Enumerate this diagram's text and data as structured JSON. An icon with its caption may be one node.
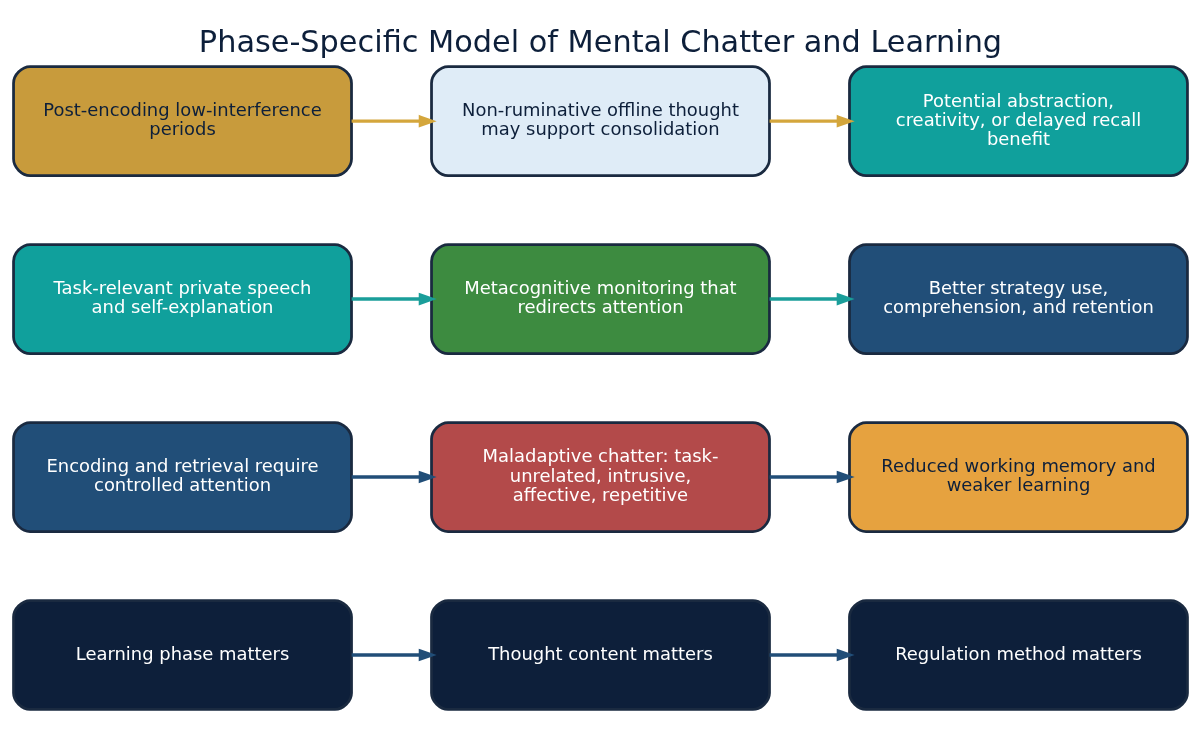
{
  "diagram": {
    "title": "Phase-Specific Model of Mental Chatter and Learning",
    "nodes": [
      {
        "text": [
          "Learning phase matters"
        ]
      },
      {
        "text": [
          "Thought content matters"
        ]
      },
      {
        "text": [
          "Regulation method matters"
        ]
      },
      {
        "text": [
          "Encoding and retrieval require controlled attention"
        ]
      },
      {
        "text": [
          "Maladaptive chatter: task-unrelated, intrusive, affective, repetitive"
        ]
      },
      {
        "text": [
          "Reduced working memory and weaker learning"
        ]
      },
      {
        "text": [
          "Task-relevant private speech and self-explanation"
        ]
      },
      {
        "text": [
          "Metacognitive monitoring that redirects attention"
        ]
      },
      {
        "text": [
          "Better strategy use, comprehension, and retention"
        ]
      },
      {
        "text": [
          "Post-encoding low-interference periods"
        ]
      },
      {
        "text": [
          "Non-ruminative offline thought may support consolidation"
        ]
      },
      {
        "text": [
          "Potential abstraction, creativity, or delayed recall benefit"
        ]
      }
    ],
    "edges": [
      {
        "from": 0,
        "to": 1,
        "arrow": "to"
      },
      {
        "from": 1,
        "to": 2,
        "arrow": "to"
      },
      {
        "from": 3,
        "to": 4,
        "arrow": "to"
      },
      {
        "from": 4,
        "to": 5,
        "arrow": "to"
      },
      {
        "from": 6,
        "to": 7,
        "arrow": "to",
        "color": "#1a9e9a"
      },
      {
        "from": 7,
        "to": 8,
        "arrow": "to",
        "color": "#1a9e9a"
      },
      {
        "from": 9,
        "to": 10,
        "arrow": "to",
        "color": "#d4a63c"
      },
      {
        "from": 10,
        "to": 11,
        "arrow": "to",
        "color": "#d4a63c"
      }
    ]
  }
}
